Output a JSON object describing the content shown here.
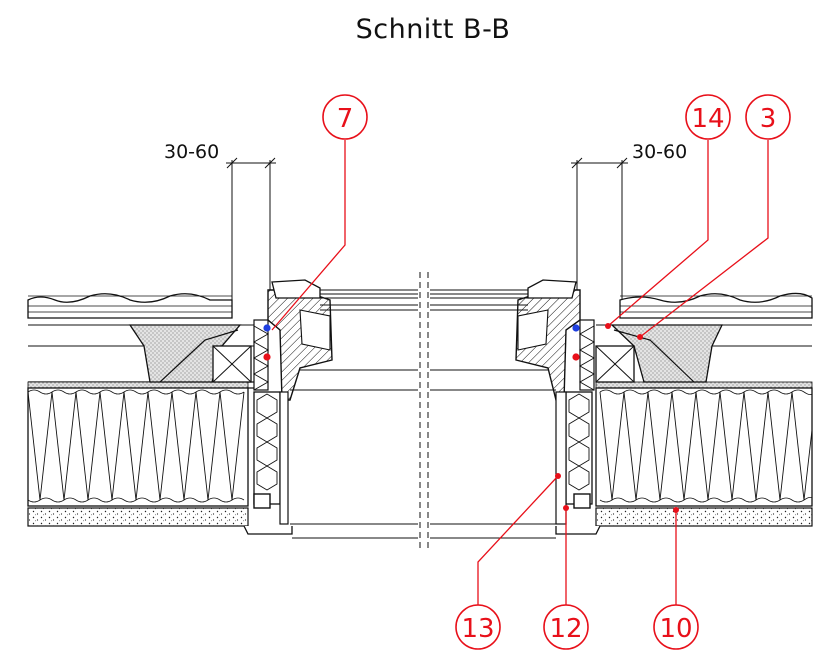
{
  "title": "Schnitt B-B",
  "dimensions": {
    "left": "30-60",
    "right": "30-60"
  },
  "callouts": {
    "c7": "7",
    "c14": "14",
    "c3": "3",
    "c13": "13",
    "c12": "12",
    "c10": "10"
  },
  "colors": {
    "callout": "#e8101a",
    "line": "#111111",
    "seal_blue": "#1f3fe0"
  }
}
